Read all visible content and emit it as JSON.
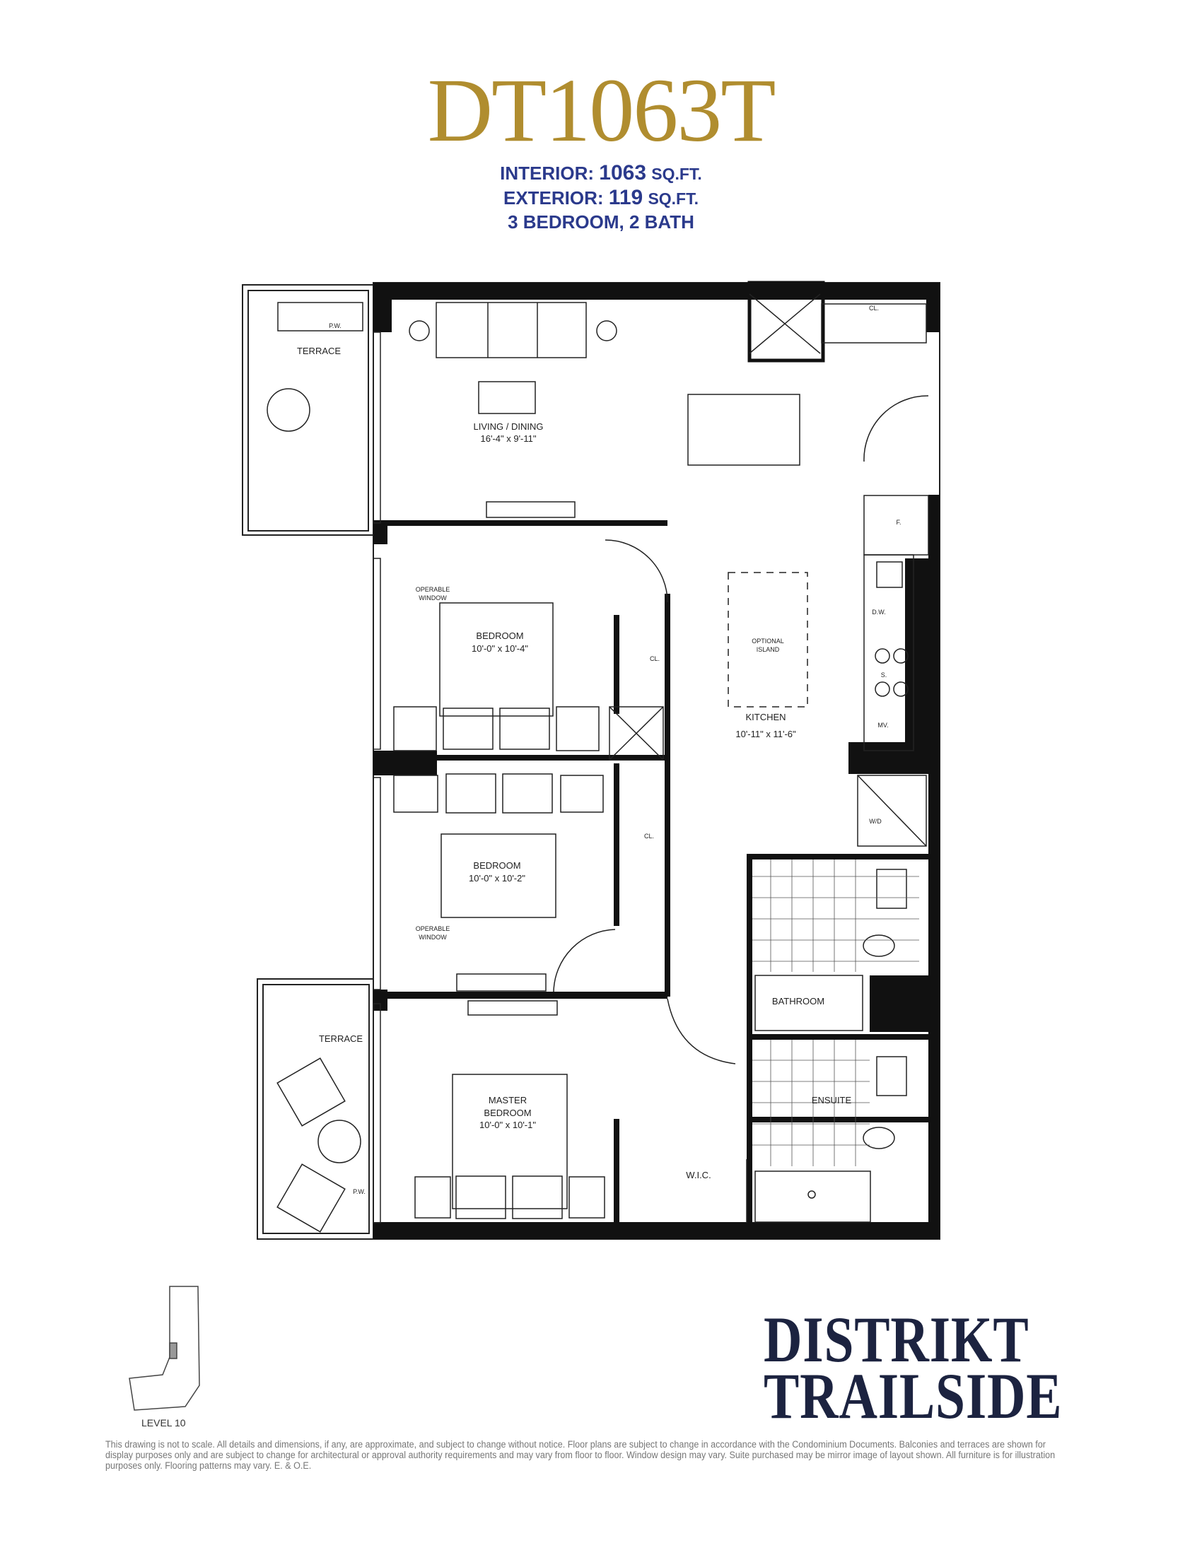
{
  "header": {
    "unit_name": "DT1063T",
    "interior_label": "INTERIOR:",
    "interior_value": "1063",
    "interior_unit": "SQ.FT.",
    "exterior_label": "EXTERIOR:",
    "exterior_value": "119",
    "exterior_unit": "SQ.FT.",
    "bed_bath": "3 BEDROOM, 2 BATH"
  },
  "plan": {
    "terrace_top": "TERRACE",
    "pw_top": "P.W.",
    "living_name": "LIVING / DINING",
    "living_dims": "16'-4\" x 9'-11\"",
    "cl_top": "CL.",
    "fridge": "F.",
    "dishwasher": "D.W.",
    "sink": "S.",
    "microwave": "MV.",
    "operable_window_1a": "OPERABLE",
    "operable_window_1b": "WINDOW",
    "bedroom1_name": "BEDROOM",
    "bedroom1_dims": "10'-0\" x 10'-4\"",
    "cl_bed1": "CL.",
    "island_a": "OPTIONAL",
    "island_b": "ISLAND",
    "kitchen_name": "KITCHEN",
    "kitchen_dims": "10'-11\" x 11'-6\"",
    "wd": "W/D",
    "bedroom2_name": "BEDROOM",
    "bedroom2_dims": "10'-0\" x 10'-2\"",
    "cl_bed2": "CL.",
    "operable_window_2a": "OPERABLE",
    "operable_window_2b": "WINDOW",
    "bathroom": "BATHROOM",
    "terrace_bottom": "TERRACE",
    "master_a": "MASTER",
    "master_b": "BEDROOM",
    "master_dims": "10'-0\" x 10'-1\"",
    "ensuite": "ENSUITE",
    "wic": "W.I.C.",
    "pw_bottom": "P.W."
  },
  "key_plan": {
    "level": "LEVEL 10"
  },
  "brand": {
    "line1": "DISTRIKT",
    "line2": "TRAILSIDE"
  },
  "disclaimer": "This drawing is not to scale. All details and dimensions, if any, are approximate, and subject to change without notice. Floor plans are subject to change in accordance with the Condominium Documents. Balconies and terraces are shown for display purposes only and are subject to change for architectural or approval authority requirements and may vary from floor to floor. Window design may vary. Suite purchased may be mirror image of layout shown. All furniture is for illustration purposes only. Flooring patterns may vary. E. & O.E.",
  "colors": {
    "gold": "#b08d2f",
    "blue": "#2b3a8c",
    "navy": "#1c2340"
  }
}
